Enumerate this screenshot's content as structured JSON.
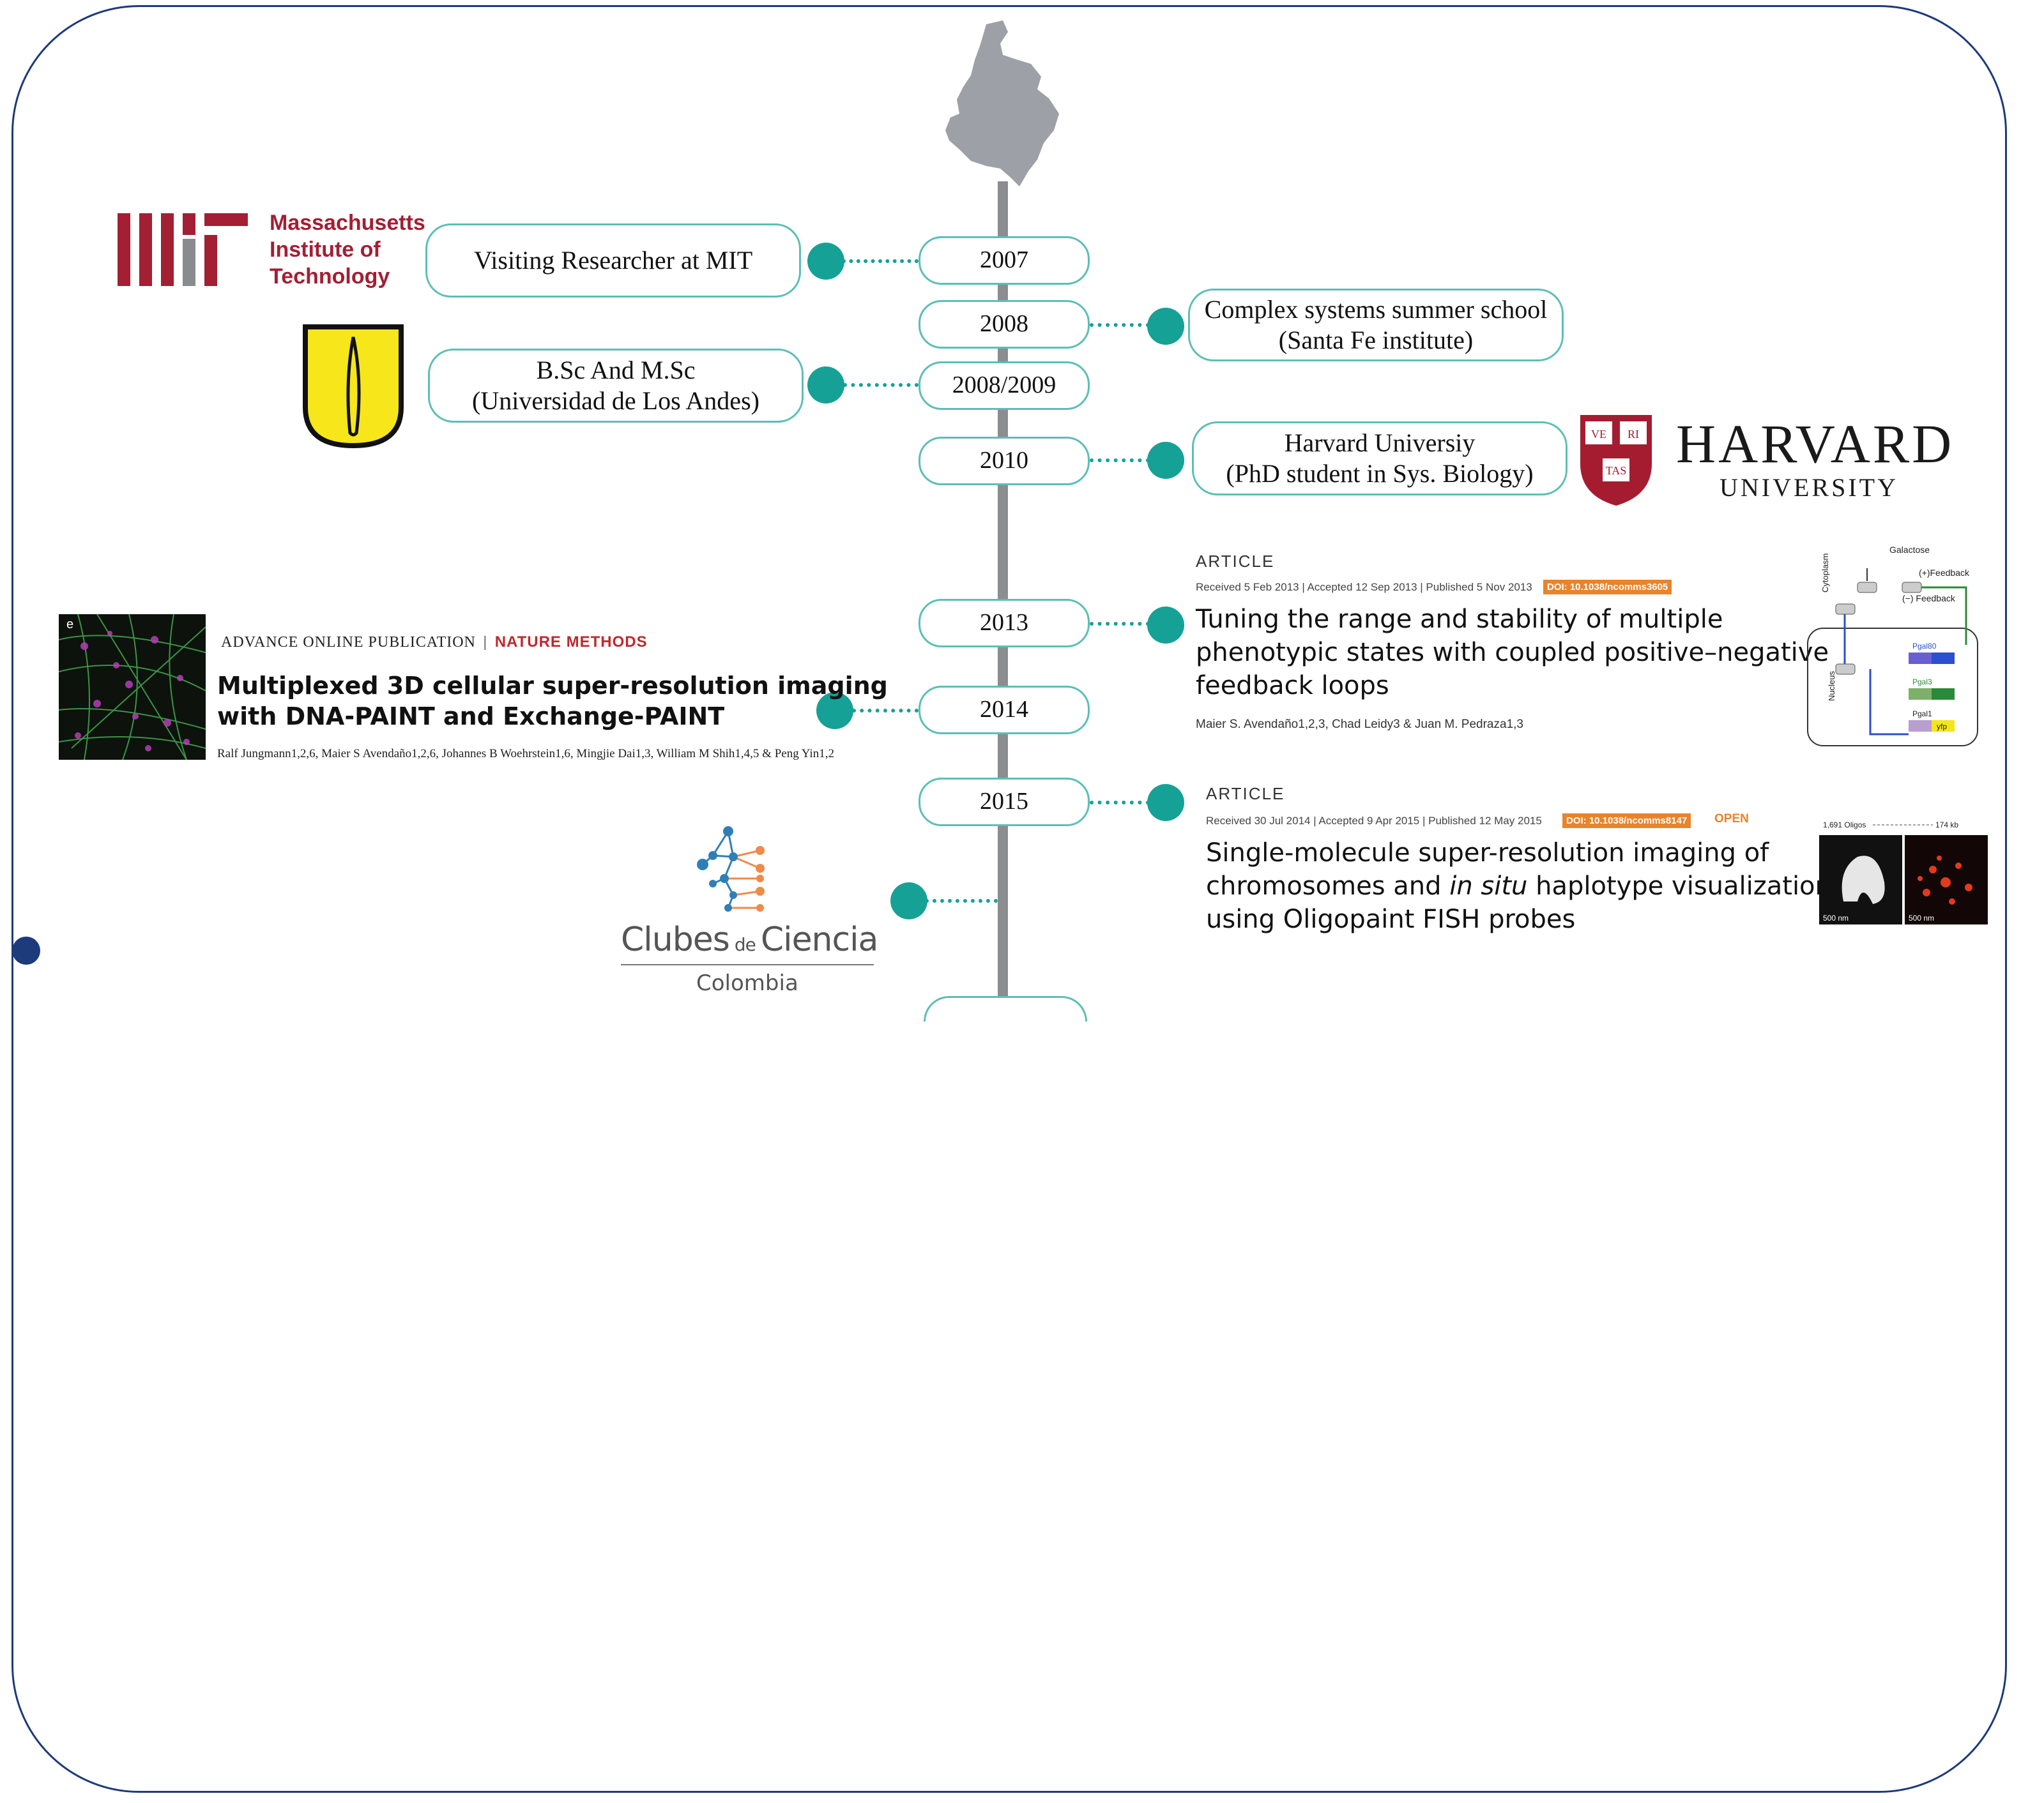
{
  "colors": {
    "frame": "#1d3a7a",
    "teal": "#16a196",
    "pill_border": "#5bbfb5",
    "spine": "#8b8d91",
    "mit_red": "#a31f34",
    "harvard_crimson": "#a51c30",
    "nature_red": "#c0282d",
    "doi_orange": "#e8842b"
  },
  "timeline": {
    "years": [
      "2007",
      "2008",
      "2008/2009",
      "2010",
      "2013",
      "2014",
      "2015"
    ],
    "cards": {
      "mit": "Visiting Researcher at MIT",
      "santafe_line1": "Complex systems summer school",
      "santafe_line2": "(Santa Fe institute)",
      "andes_line1": "B.Sc And M.Sc",
      "andes_line2": "(Universidad de Los Andes)",
      "harvard_line1": "Harvard Universiy",
      "harvard_line2": "(PhD student in Sys. Biology)"
    }
  },
  "logos": {
    "mit_name": [
      "Massachusetts",
      "Institute of",
      "Technology"
    ],
    "harvard_word": "HARVARD",
    "harvard_sub": "UNIVERSITY",
    "harvard_shield_text": [
      "VE",
      "RI",
      "TAS"
    ],
    "clubes_a": "Clubes",
    "clubes_de": "de",
    "clubes_b": "Ciencia",
    "clubes_sub": "Colombia"
  },
  "papers": {
    "nature_methods": {
      "header_left": "ADVANCE ONLINE PUBLICATION",
      "header_sep": "|",
      "journal": "NATURE METHODS",
      "title_line1": "Multiplexed 3D cellular super-resolution imaging",
      "title_line2": "with DNA-PAINT and Exchange-PAINT",
      "authors": "Ralf Jungmann1,2,6, Maier S Avendaño1,2,6, Johannes B Woehrstein1,6, Mingjie Dai1,3, William M Shih1,4,5 & Peng Yin1,2",
      "figure_label": "e"
    },
    "ncomms_2013": {
      "label": "ARTICLE",
      "meta": "Received 5 Feb 2013 | Accepted 12 Sep 2013 | Published 5 Nov 2013",
      "doi": "DOI: 10.1038/ncomms3605",
      "title_line1": "Tuning the range and stability of multiple",
      "title_line2": "phenotypic states with coupled positive–negative",
      "title_line3": "feedback loops",
      "authors": "Maier S. Avendaño1,2,3, Chad Leidy3 & Juan M. Pedraza1,3",
      "diagram_labels": [
        "Galactose",
        "(+)Feedback",
        "(−) Feedback",
        "Cytoplasm",
        "Nucleus",
        "Pgal80",
        "Pgal3",
        "Pgal1",
        "yfp"
      ]
    },
    "ncomms_2015": {
      "label": "ARTICLE",
      "meta": "Received 30 Jul 2014 | Accepted 9 Apr 2015 | Published 12 May 2015",
      "doi": "DOI: 10.1038/ncomms8147",
      "open": "OPEN",
      "title_line1": "Single-molecule super-resolution imaging of",
      "title_line2a": "chromosomes and ",
      "title_line2b": "in situ",
      "title_line2c": " haplotype visualization",
      "title_line3": "using Oligopaint FISH probes",
      "fig_left": "1,691 Oligos",
      "fig_right": "174 kb",
      "scale1": "500 nm",
      "scale2": "500 nm"
    }
  }
}
